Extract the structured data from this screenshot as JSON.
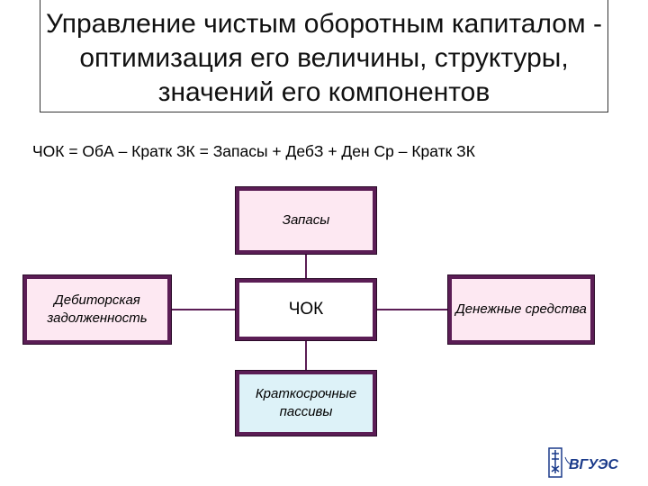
{
  "slide": {
    "title": "Управление чистым оборотным капиталом  - оптимизация его величины, структуры, значений его компонентов",
    "formula": "ЧОК = ОбА – Кратк ЗК = Запасы + ДебЗ + Ден Ср – Кратк ЗК"
  },
  "diagram": {
    "top": "Запасы",
    "left": "Дебиторская задолженность",
    "center": "ЧОК",
    "right": "Денежные средства",
    "bottom": "Краткосрочные пассивы"
  },
  "logo": {
    "text": "ВГУЭС",
    "color": "#1a3a8a"
  }
}
